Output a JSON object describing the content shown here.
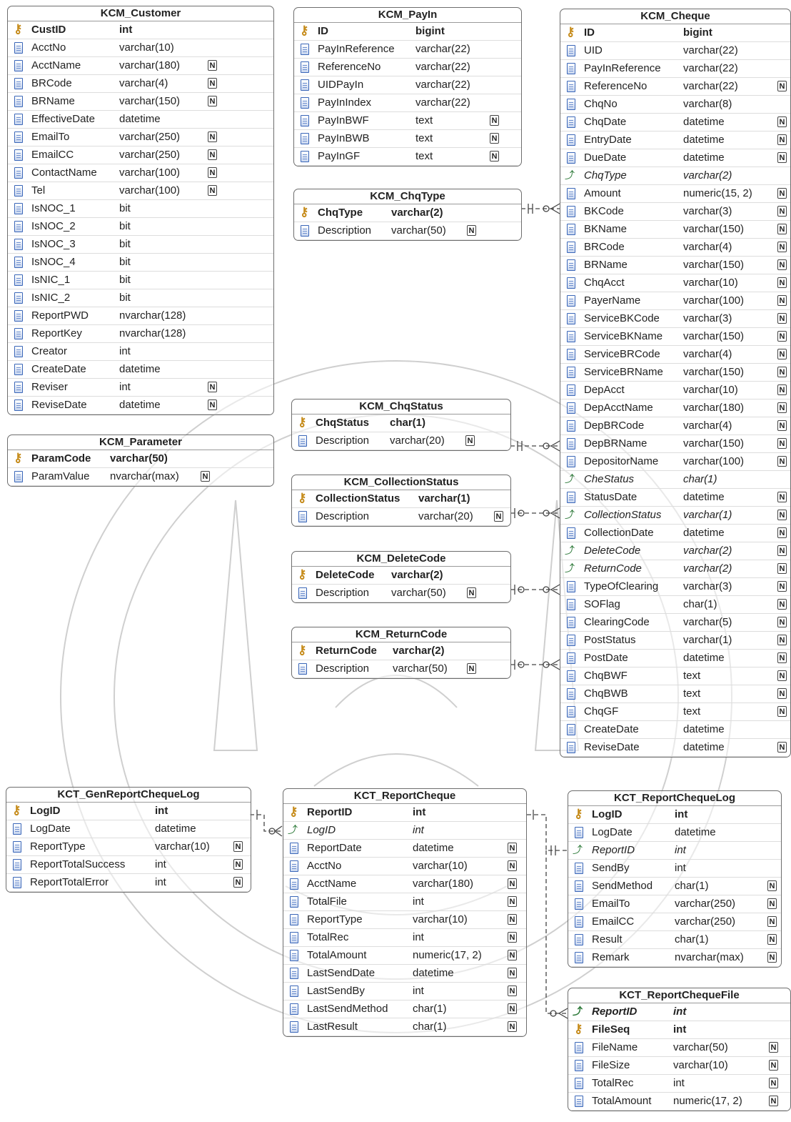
{
  "null_marker": "N",
  "colors": {
    "border": "#6d6d6d",
    "line": "#444444",
    "key": "#c58a18",
    "watermark": "#cfcfcf"
  },
  "tables": [
    {
      "name": "KCM_Customer",
      "columns": [
        {
          "name": "CustID",
          "type": "int",
          "pk": true
        },
        {
          "name": "AcctNo",
          "type": "varchar(10)"
        },
        {
          "name": "AcctName",
          "type": "varchar(180)",
          "nullable": true
        },
        {
          "name": "BRCode",
          "type": "varchar(4)",
          "nullable": true
        },
        {
          "name": "BRName",
          "type": "varchar(150)",
          "nullable": true
        },
        {
          "name": "EffectiveDate",
          "type": "datetime"
        },
        {
          "name": "EmailTo",
          "type": "varchar(250)",
          "nullable": true
        },
        {
          "name": "EmailCC",
          "type": "varchar(250)",
          "nullable": true
        },
        {
          "name": "ContactName",
          "type": "varchar(100)",
          "nullable": true
        },
        {
          "name": "Tel",
          "type": "varchar(100)",
          "nullable": true
        },
        {
          "name": "IsNOC_1",
          "type": "bit"
        },
        {
          "name": "IsNOC_2",
          "type": "bit"
        },
        {
          "name": "IsNOC_3",
          "type": "bit"
        },
        {
          "name": "IsNOC_4",
          "type": "bit"
        },
        {
          "name": "IsNIC_1",
          "type": "bit"
        },
        {
          "name": "IsNIC_2",
          "type": "bit"
        },
        {
          "name": "ReportPWD",
          "type": "nvarchar(128)"
        },
        {
          "name": "ReportKey",
          "type": "nvarchar(128)"
        },
        {
          "name": "Creator",
          "type": "int"
        },
        {
          "name": "CreateDate",
          "type": "datetime"
        },
        {
          "name": "Reviser",
          "type": "int",
          "nullable": true
        },
        {
          "name": "ReviseDate",
          "type": "datetime",
          "nullable": true
        }
      ]
    },
    {
      "name": "KCM_PayIn",
      "columns": [
        {
          "name": "ID",
          "type": "bigint",
          "pk": true
        },
        {
          "name": "PayInReference",
          "type": "varchar(22)"
        },
        {
          "name": "ReferenceNo",
          "type": "varchar(22)"
        },
        {
          "name": "UIDPayIn",
          "type": "varchar(22)"
        },
        {
          "name": "PayInIndex",
          "type": "varchar(22)"
        },
        {
          "name": "PayInBWF",
          "type": "text",
          "nullable": true
        },
        {
          "name": "PayInBWB",
          "type": "text",
          "nullable": true
        },
        {
          "name": "PayInGF",
          "type": "text",
          "nullable": true
        }
      ]
    },
    {
      "name": "KCM_Cheque",
      "columns": [
        {
          "name": "ID",
          "type": "bigint",
          "pk": true
        },
        {
          "name": "UID",
          "type": "varchar(22)"
        },
        {
          "name": "PayInReference",
          "type": "varchar(22)"
        },
        {
          "name": "ReferenceNo",
          "type": "varchar(22)",
          "nullable": true
        },
        {
          "name": "ChqNo",
          "type": "varchar(8)"
        },
        {
          "name": "ChqDate",
          "type": "datetime",
          "nullable": true
        },
        {
          "name": "EntryDate",
          "type": "datetime",
          "nullable": true
        },
        {
          "name": "DueDate",
          "type": "datetime",
          "nullable": true
        },
        {
          "name": "ChqType",
          "type": "varchar(2)",
          "fk": true
        },
        {
          "name": "Amount",
          "type": "numeric(15, 2)",
          "nullable": true
        },
        {
          "name": "BKCode",
          "type": "varchar(3)",
          "nullable": true
        },
        {
          "name": "BKName",
          "type": "varchar(150)",
          "nullable": true
        },
        {
          "name": "BRCode",
          "type": "varchar(4)",
          "nullable": true
        },
        {
          "name": "BRName",
          "type": "varchar(150)",
          "nullable": true
        },
        {
          "name": "ChqAcct",
          "type": "varchar(10)",
          "nullable": true
        },
        {
          "name": "PayerName",
          "type": "varchar(100)",
          "nullable": true
        },
        {
          "name": "ServiceBKCode",
          "type": "varchar(3)",
          "nullable": true
        },
        {
          "name": "ServiceBKName",
          "type": "varchar(150)",
          "nullable": true
        },
        {
          "name": "ServiceBRCode",
          "type": "varchar(4)",
          "nullable": true
        },
        {
          "name": "ServiceBRName",
          "type": "varchar(150)",
          "nullable": true
        },
        {
          "name": "DepAcct",
          "type": "varchar(10)",
          "nullable": true
        },
        {
          "name": "DepAcctName",
          "type": "varchar(180)",
          "nullable": true
        },
        {
          "name": "DepBRCode",
          "type": "varchar(4)",
          "nullable": true
        },
        {
          "name": "DepBRName",
          "type": "varchar(150)",
          "nullable": true
        },
        {
          "name": "DepositorName",
          "type": "varchar(100)",
          "nullable": true
        },
        {
          "name": "CheStatus",
          "type": "char(1)",
          "fk": true
        },
        {
          "name": "StatusDate",
          "type": "datetime",
          "nullable": true
        },
        {
          "name": "CollectionStatus",
          "type": "varchar(1)",
          "fk": true,
          "nullable": true
        },
        {
          "name": "CollectionDate",
          "type": "datetime",
          "nullable": true
        },
        {
          "name": "DeleteCode",
          "type": "varchar(2)",
          "fk": true,
          "nullable": true
        },
        {
          "name": "ReturnCode",
          "type": "varchar(2)",
          "fk": true,
          "nullable": true
        },
        {
          "name": "TypeOfClearing",
          "type": "varchar(3)",
          "nullable": true
        },
        {
          "name": "SOFlag",
          "type": "char(1)",
          "nullable": true
        },
        {
          "name": "ClearingCode",
          "type": "varchar(5)",
          "nullable": true
        },
        {
          "name": "PostStatus",
          "type": "varchar(1)",
          "nullable": true
        },
        {
          "name": "PostDate",
          "type": "datetime",
          "nullable": true
        },
        {
          "name": "ChqBWF",
          "type": "text",
          "nullable": true
        },
        {
          "name": "ChqBWB",
          "type": "text",
          "nullable": true
        },
        {
          "name": "ChqGF",
          "type": "text",
          "nullable": true
        },
        {
          "name": "CreateDate",
          "type": "datetime"
        },
        {
          "name": "ReviseDate",
          "type": "datetime",
          "nullable": true
        }
      ]
    },
    {
      "name": "KCM_ChqType",
      "columns": [
        {
          "name": "ChqType",
          "type": "varchar(2)",
          "pk": true
        },
        {
          "name": "Description",
          "type": "varchar(50)",
          "nullable": true
        }
      ]
    },
    {
      "name": "KCM_Parameter",
      "columns": [
        {
          "name": "ParamCode",
          "type": "varchar(50)",
          "pk": true
        },
        {
          "name": "ParamValue",
          "type": "nvarchar(max)",
          "nullable": true
        }
      ]
    },
    {
      "name": "KCM_ChqStatus",
      "columns": [
        {
          "name": "ChqStatus",
          "type": "char(1)",
          "pk": true
        },
        {
          "name": "Description",
          "type": "varchar(20)",
          "nullable": true
        }
      ]
    },
    {
      "name": "KCM_CollectionStatus",
      "columns": [
        {
          "name": "CollectionStatus",
          "type": "varchar(1)",
          "pk": true
        },
        {
          "name": "Description",
          "type": "varchar(20)",
          "nullable": true
        }
      ]
    },
    {
      "name": "KCM_DeleteCode",
      "columns": [
        {
          "name": "DeleteCode",
          "type": "varchar(2)",
          "pk": true
        },
        {
          "name": "Description",
          "type": "varchar(50)",
          "nullable": true
        }
      ]
    },
    {
      "name": "KCM_ReturnCode",
      "columns": [
        {
          "name": "ReturnCode",
          "type": "varchar(2)",
          "pk": true
        },
        {
          "name": "Description",
          "type": "varchar(50)",
          "nullable": true
        }
      ]
    },
    {
      "name": "KCT_GenReportChequeLog",
      "columns": [
        {
          "name": "LogID",
          "type": "int",
          "pk": true
        },
        {
          "name": "LogDate",
          "type": "datetime"
        },
        {
          "name": "ReportType",
          "type": "varchar(10)",
          "nullable": true
        },
        {
          "name": "ReportTotalSuccess",
          "type": "int",
          "nullable": true
        },
        {
          "name": "ReportTotalError",
          "type": "int",
          "nullable": true
        }
      ]
    },
    {
      "name": "KCT_ReportCheque",
      "columns": [
        {
          "name": "ReportID",
          "type": "int",
          "pk": true
        },
        {
          "name": "LogID",
          "type": "int",
          "fk": true
        },
        {
          "name": "ReportDate",
          "type": "datetime",
          "nullable": true
        },
        {
          "name": "AcctNo",
          "type": "varchar(10)",
          "nullable": true
        },
        {
          "name": "AcctName",
          "type": "varchar(180)",
          "nullable": true
        },
        {
          "name": "TotalFile",
          "type": "int",
          "nullable": true
        },
        {
          "name": "ReportType",
          "type": "varchar(10)",
          "nullable": true
        },
        {
          "name": "TotalRec",
          "type": "int",
          "nullable": true
        },
        {
          "name": "TotalAmount",
          "type": "numeric(17, 2)",
          "nullable": true
        },
        {
          "name": "LastSendDate",
          "type": "datetime",
          "nullable": true
        },
        {
          "name": "LastSendBy",
          "type": "int",
          "nullable": true
        },
        {
          "name": "LastSendMethod",
          "type": "char(1)",
          "nullable": true
        },
        {
          "name": "LastResult",
          "type": "char(1)",
          "nullable": true
        }
      ]
    },
    {
      "name": "KCT_ReportChequeLog",
      "columns": [
        {
          "name": "LogID",
          "type": "int",
          "pk": true
        },
        {
          "name": "LogDate",
          "type": "datetime"
        },
        {
          "name": "ReportID",
          "type": "int",
          "fk": true
        },
        {
          "name": "SendBy",
          "type": "int"
        },
        {
          "name": "SendMethod",
          "type": "char(1)",
          "nullable": true
        },
        {
          "name": "EmailTo",
          "type": "varchar(250)",
          "nullable": true
        },
        {
          "name": "EmailCC",
          "type": "varchar(250)",
          "nullable": true
        },
        {
          "name": "Result",
          "type": "char(1)",
          "nullable": true
        },
        {
          "name": "Remark",
          "type": "nvarchar(max)",
          "nullable": true
        }
      ]
    },
    {
      "name": "KCT_ReportChequeFile",
      "columns": [
        {
          "name": "ReportID",
          "type": "int",
          "pk": true,
          "fk": true
        },
        {
          "name": "FileSeq",
          "type": "int",
          "pk": true
        },
        {
          "name": "FileName",
          "type": "varchar(50)",
          "nullable": true
        },
        {
          "name": "FileSize",
          "type": "varchar(10)",
          "nullable": true
        },
        {
          "name": "TotalRec",
          "type": "int",
          "nullable": true
        },
        {
          "name": "TotalAmount",
          "type": "numeric(17, 2)",
          "nullable": true
        }
      ]
    }
  ],
  "relationships": [
    {
      "from": "KCM_ChqType",
      "to": "KCM_Cheque",
      "cardinality": "one-to-many"
    },
    {
      "from": "KCM_ChqStatus",
      "to": "KCM_Cheque",
      "cardinality": "one-to-many"
    },
    {
      "from": "KCM_CollectionStatus",
      "to": "KCM_Cheque",
      "cardinality": "zero-or-one-to-many"
    },
    {
      "from": "KCM_DeleteCode",
      "to": "KCM_Cheque",
      "cardinality": "zero-or-one-to-many"
    },
    {
      "from": "KCM_ReturnCode",
      "to": "KCM_Cheque",
      "cardinality": "zero-or-one-to-many"
    },
    {
      "from": "KCT_GenReportChequeLog",
      "to": "KCT_ReportCheque",
      "cardinality": "one-to-many"
    },
    {
      "from": "KCT_ReportCheque",
      "to": "KCT_ReportChequeLog",
      "cardinality": "one-to-one"
    },
    {
      "from": "KCT_ReportCheque",
      "to": "KCT_ReportChequeFile",
      "cardinality": "one-to-many"
    }
  ]
}
